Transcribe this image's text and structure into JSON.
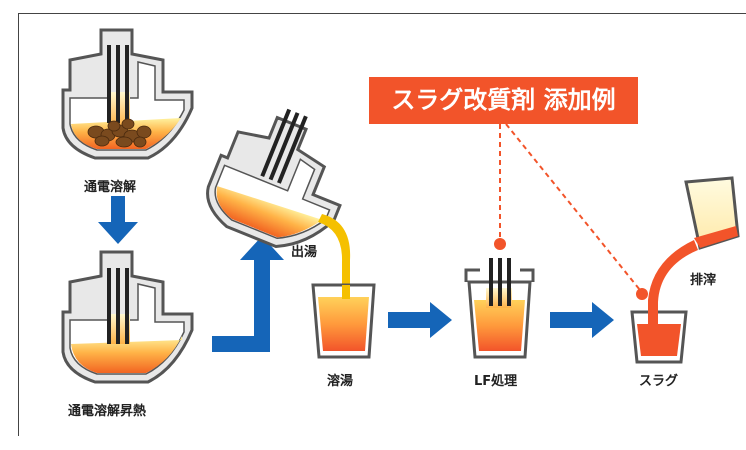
{
  "badge": {
    "text": "スラグ改質剤 添加例"
  },
  "steps": {
    "melting": "通電溶解",
    "heating": "通電溶解昇熱",
    "tapping": "出湯",
    "molten_steel": "溶湯",
    "lf_process": "LF処理",
    "slag": "スラグ",
    "slag_discharge": "排滓"
  },
  "colors": {
    "process_arrow": "#1565b8",
    "badge": "#f2542a",
    "dashed_line": "#f2542a",
    "vessel_outline": "#555555",
    "vessel_fill": "#e8e8e8",
    "molten_top": "#ffe066",
    "molten_bottom": "#f26522",
    "tapping_stream": "#f5c000",
    "slag_stream": "#f2542a",
    "scrap": "#7a4a1e"
  }
}
